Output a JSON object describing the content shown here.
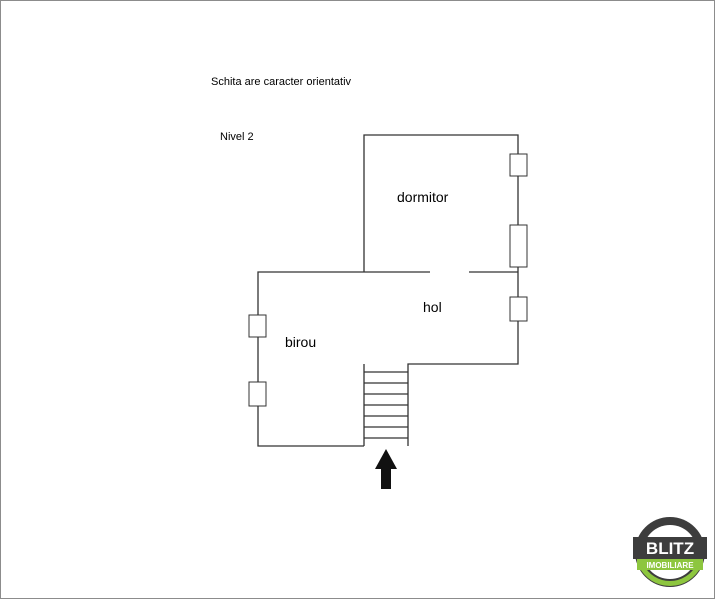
{
  "notes": {
    "disclaimer": "Schita are caracter orientativ",
    "level": "Nivel 2"
  },
  "rooms": {
    "bedroom": "dormitor",
    "hall": "hol",
    "office": "birou"
  },
  "logo": {
    "name": "BLITZ",
    "subtitle": "IMOBILIARE",
    "colors": {
      "ring": "#3d3d3d",
      "accent": "#8dc63f",
      "text": "#ffffff"
    }
  },
  "colors": {
    "wall": "#333333",
    "frame": "#8c8c8c",
    "arrow": "#111111"
  }
}
